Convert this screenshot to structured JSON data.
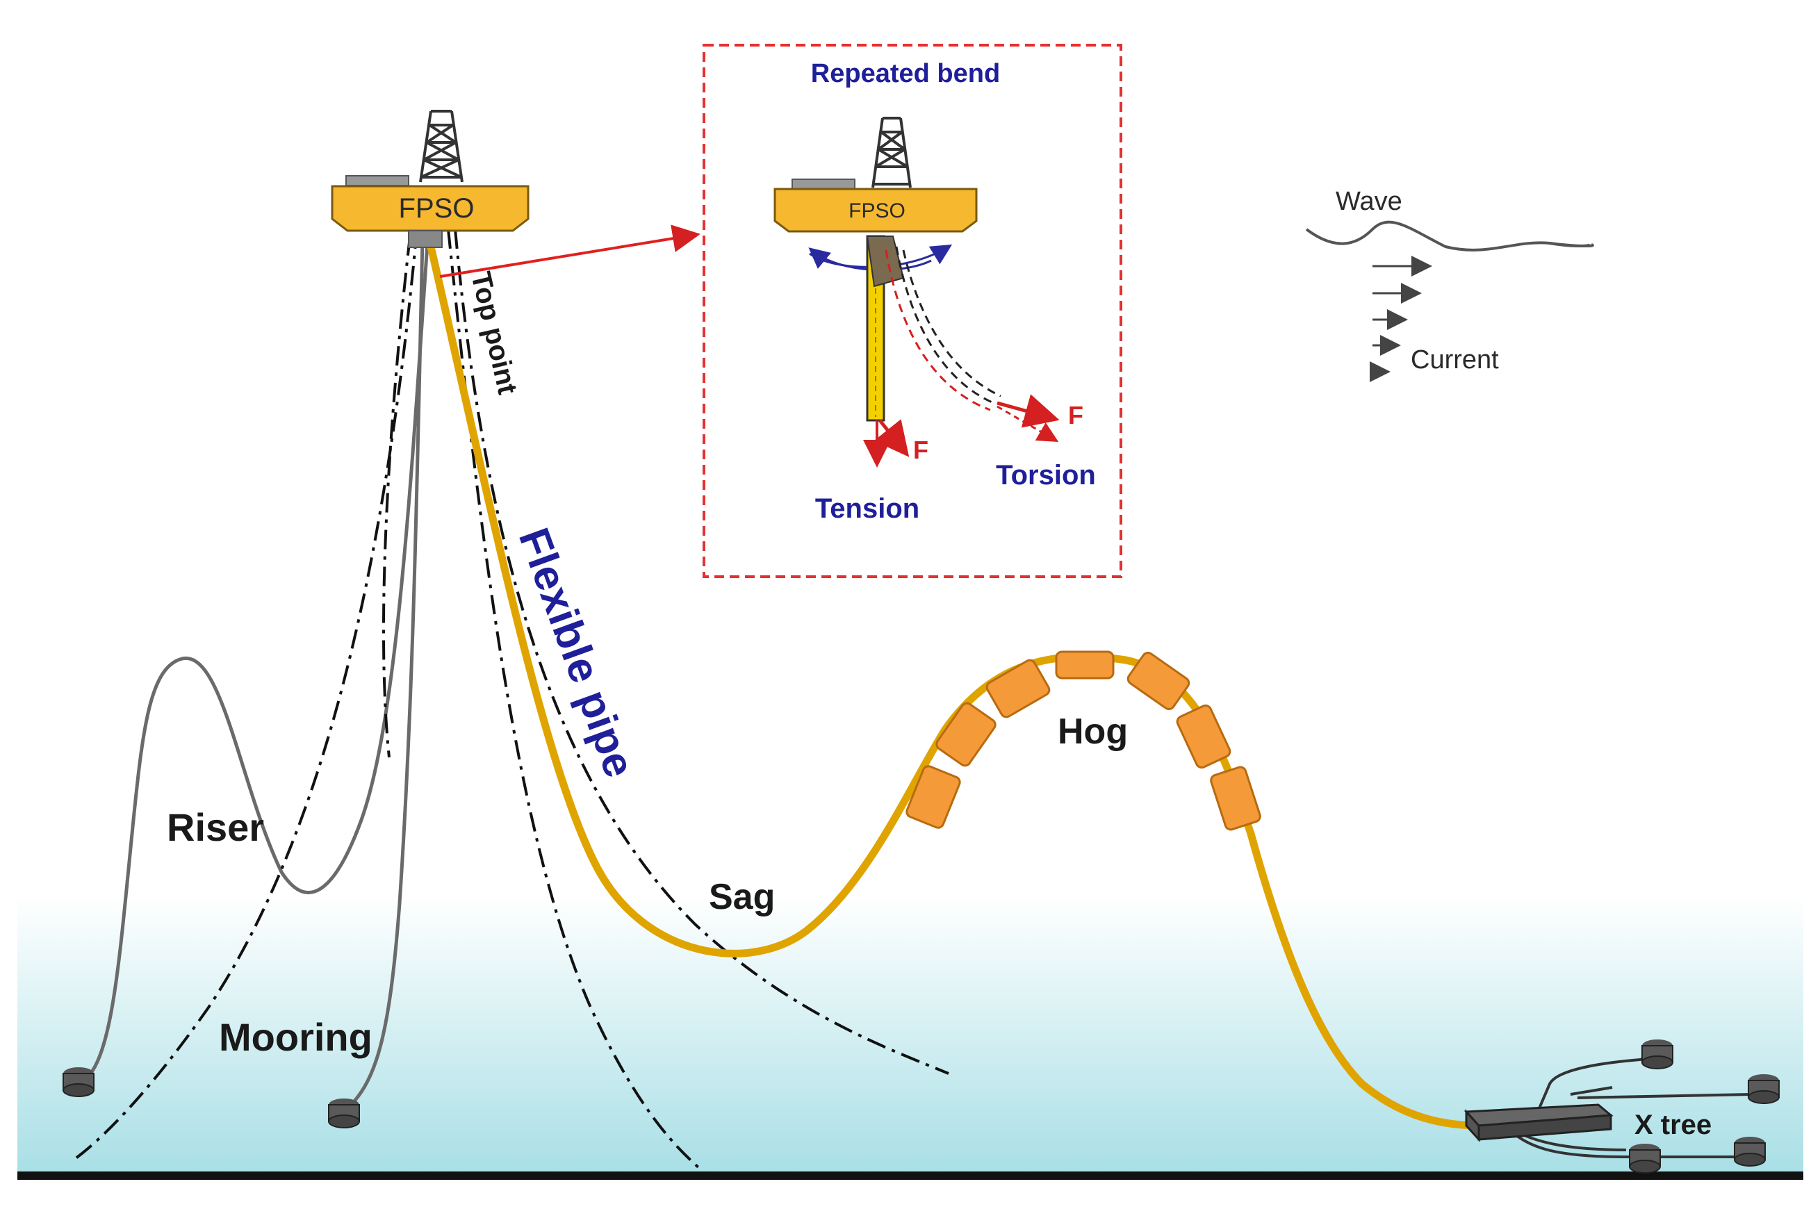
{
  "labels": {
    "fpso_main": "FPSO",
    "fpso_inset": "FPSO",
    "repeated_bend": "Repeated bend",
    "tension": "Tension",
    "torsion": "Torsion",
    "force_tension": "F",
    "force_torsion": "F",
    "top_point": "Top point",
    "flexible_pipe": "Flexible pipe",
    "riser": "Riser",
    "mooring": "Mooring",
    "sag": "Sag",
    "hog": "Hog",
    "x_tree": "X tree",
    "wave": "Wave",
    "current": "Current"
  },
  "colors": {
    "fpso_hull": "#f5b82e",
    "flexible_pipe": "#e0a400",
    "buoyancy_module": "#f59a38",
    "inset_border": "#e53030",
    "pointer_arrow": "#e02020",
    "blue_label": "#1f1f9a",
    "red_label": "#d42020",
    "sea_gradient_top": "#ffffff",
    "sea_gradient_bottom": "#a8dfe6",
    "seabed": "#111111"
  },
  "icons": {
    "derrick": "derrick-icon",
    "anchor": "anchor-block-icon"
  }
}
